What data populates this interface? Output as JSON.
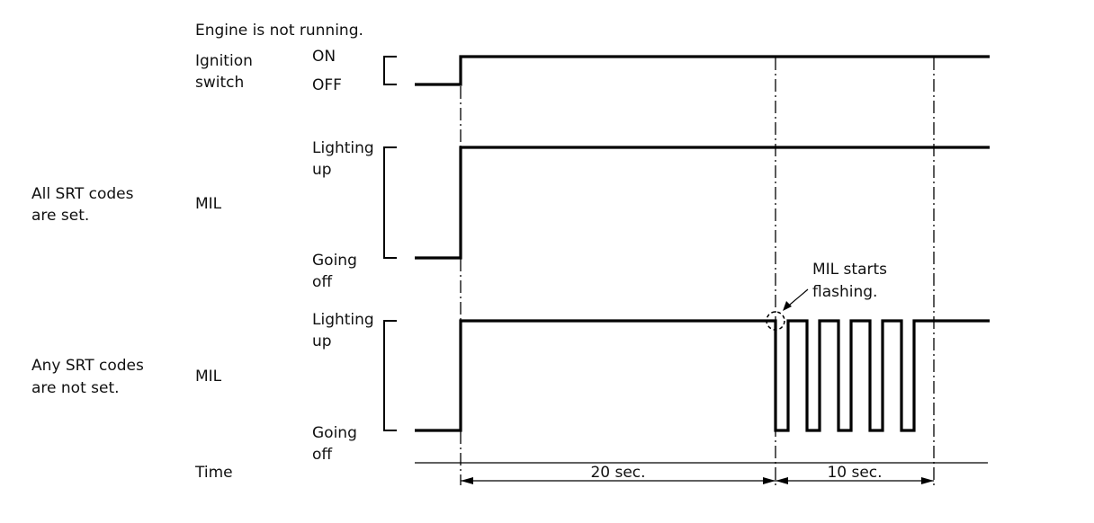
{
  "header": {
    "engine_status": "Engine is not running."
  },
  "ignition": {
    "label_line1": "Ignition",
    "label_line2": "switch",
    "state_on": "ON",
    "state_off": "OFF"
  },
  "section_all": {
    "condition_line1": "All SRT codes",
    "condition_line2": "are set.",
    "signal": "MIL",
    "high_line1": "Lighting",
    "high_line2": "up",
    "low_line1": "Going",
    "low_line2": "off"
  },
  "section_any": {
    "condition_line1": "Any SRT codes",
    "condition_line2": "are not set.",
    "signal": "MIL",
    "high_line1": "Lighting",
    "high_line2": "up",
    "low_line1": "Going",
    "low_line2": "off"
  },
  "annotation": {
    "line1": "MIL starts",
    "line2": "flashing."
  },
  "time_axis": {
    "label": "Time",
    "interval_1": "20 sec.",
    "interval_2": "10 sec."
  },
  "timing": {
    "interval_1_seconds": 20,
    "interval_2_seconds": 10,
    "flash_pulses": 5
  }
}
